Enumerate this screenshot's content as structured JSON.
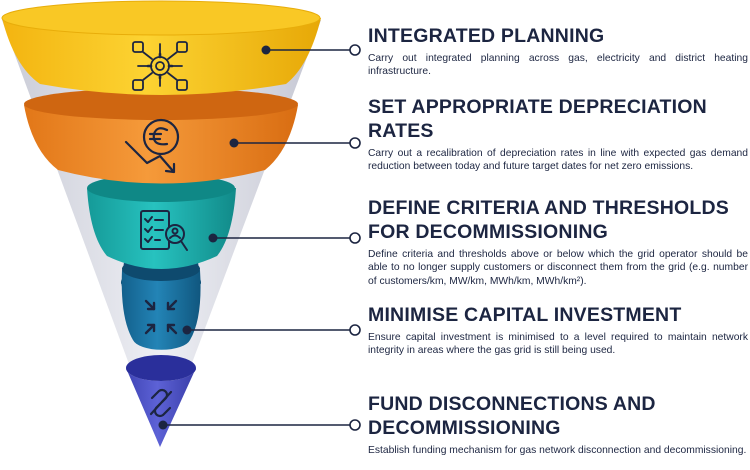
{
  "steps": [
    {
      "title": "INTEGRATED PLANNING",
      "description": "Carry out integrated planning across gas, electricity and district heating infrastructure.",
      "color": "#f7c31a",
      "icon": "network-gear-icon"
    },
    {
      "title": "SET APPROPRIATE DEPRECIATION RATES",
      "description": "Carry out a recalibration of depreciation rates in line with expected gas demand reduction between today and future target dates for net zero emissions.",
      "color": "#ee8a2c",
      "icon": "euro-decline-icon"
    },
    {
      "title": "DEFINE CRITERIA AND THRESHOLDS FOR DECOMMISSIONING",
      "description": "Define criteria and thresholds above or below which the grid operator should be able to no longer supply customers or disconnect them from the grid (e.g. number of customers/km, MW/km, MWh/km, MWh/km²).",
      "color": "#1fb3b0",
      "icon": "checklist-search-icon"
    },
    {
      "title": "MINIMISE CAPITAL INVESTMENT",
      "description": "Ensure capital investment is minimised to a level required to maintain network integrity in areas where the gas grid is still being used.",
      "color": "#1d75a5",
      "icon": "minimize-arrows-icon"
    },
    {
      "title": "FUND DISCONNECTIONS AND DECOMMISSIONING",
      "description": "Establish funding mechanism for gas network disconnection and decommissioning.",
      "color": "#4d52c7",
      "icon": "broken-link-icon"
    }
  ]
}
